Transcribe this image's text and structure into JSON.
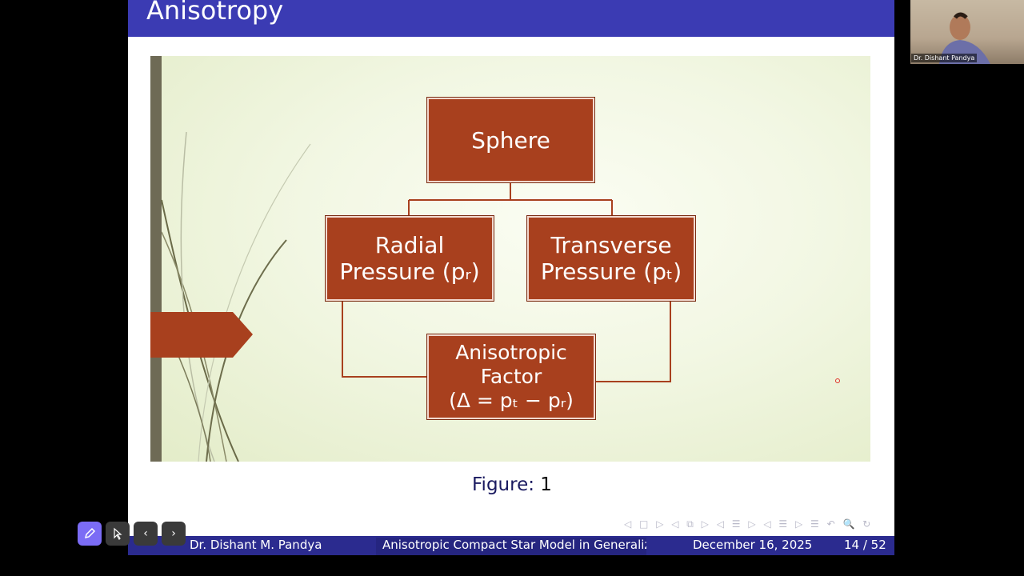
{
  "slide": {
    "title": "Anisotropy",
    "diagram": {
      "top": "Sphere",
      "left": "Radial\nPressure (pᵣ)",
      "right": "Transverse\nPressure (pₜ)",
      "bottom": "Anisotropic\nFactor\n(Δ = pₜ − pᵣ)"
    },
    "caption_label": "Figure:",
    "caption_number": "1",
    "nav_symbols": "◁ □ ▷  ◁ ⧉ ▷  ◁ ☰ ▷  ◁ ☰ ▷   ☰   ↶ 🔍 ↻"
  },
  "footer": {
    "author": "Dr. Dishant M. Pandya",
    "talk_title": "Anisotropic Compact Star Model in Generaliz",
    "date": "December 16, 2025",
    "page": "14 / 52"
  },
  "toolbar": {
    "pen_icon": "pencil-icon",
    "pointer_icon": "pointer-icon",
    "prev_glyph": "‹",
    "next_glyph": "›"
  },
  "webcam": {
    "name": "Dr. Dishant Pandya"
  },
  "colors": {
    "title_bar": "#3b3bb3",
    "footer": "#2b2b8f",
    "box": "#a8401e",
    "pen_button": "#7b6cf5"
  }
}
